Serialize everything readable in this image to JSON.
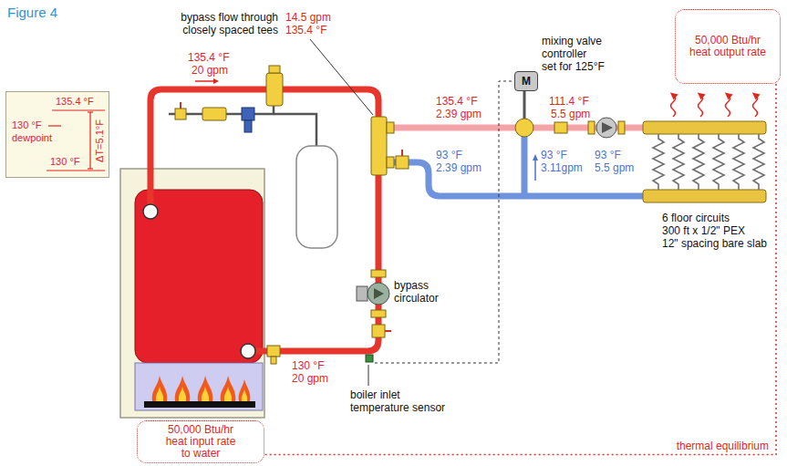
{
  "diagram": {
    "title": "Figure 4",
    "nodes": [
      {
        "text": [
          "50,000 Btu/hr",
          "heat output rate"
        ]
      },
      {
        "text": [
          "M"
        ]
      },
      {
        "text": [
          "135.4 °F",
          "130 °F",
          "dewpoint",
          "ΔT=5.1°F",
          "130 °F"
        ]
      },
      {
        "text": [
          "50,000 Btu/hr",
          "heat input rate",
          "to water"
        ]
      }
    ],
    "edges": [
      {
        "from": 0,
        "to": 3,
        "label": "thermal equilibrium",
        "arrow": "none"
      }
    ],
    "labels": [
      "bypass flow through",
      "closely spaced tees",
      "14.5 gpm",
      "135.4 °F",
      "mixing valve",
      "controller",
      "set for 125°F",
      "135.4 °F",
      "20 gpm",
      "135.4 °F",
      "2.39 gpm",
      "111.4 °F",
      "5.5 gpm",
      "93 °F",
      "2.39 gpm",
      "93 °F",
      "3.11gpm",
      "93 °F",
      "5.5 gpm",
      "bypass",
      "circulator",
      "6 floor circuits",
      "300 ft x 1/2\" PEX",
      "12\" spacing bare slab",
      "130 °F",
      "20 gpm",
      "boiler inlet",
      "temperature sensor"
    ]
  }
}
